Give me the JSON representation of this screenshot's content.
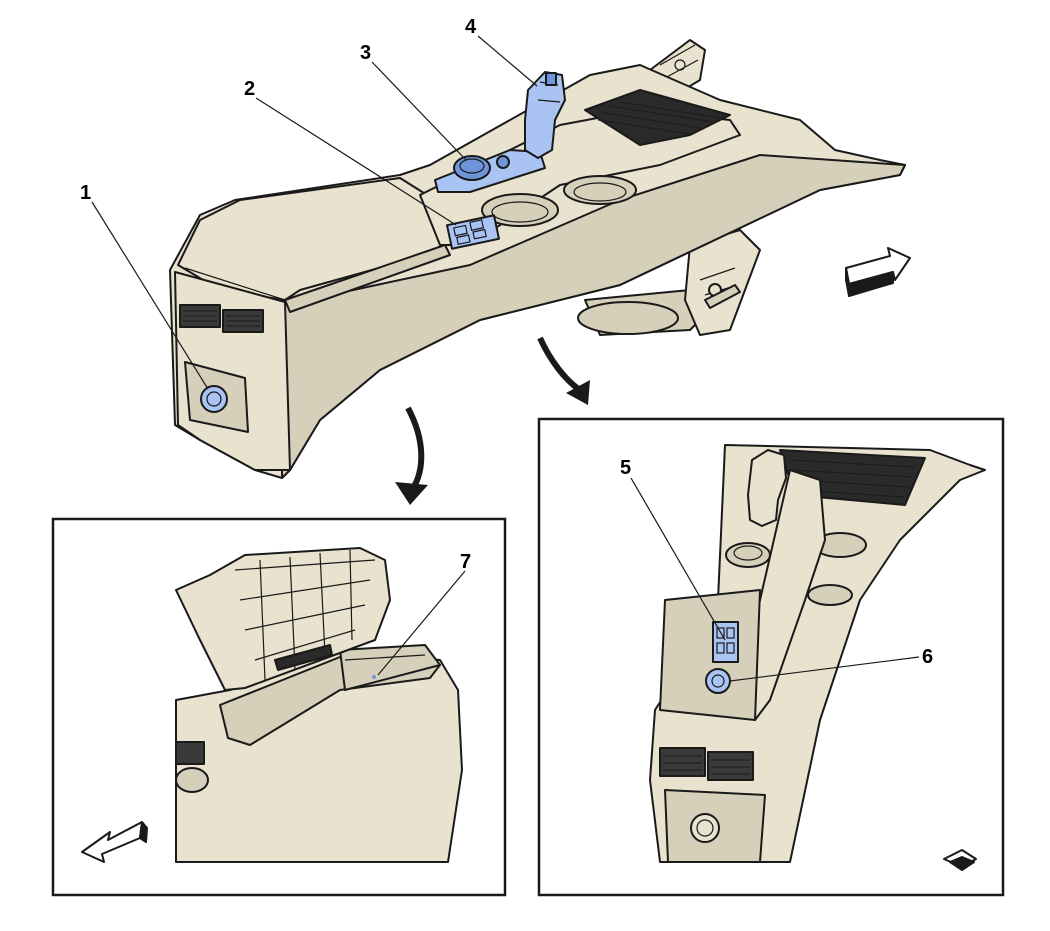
{
  "colors": {
    "body": "#e8e2cf",
    "body_shade": "#d6cfb9",
    "highlight": "#a9c3f2",
    "highlight_dark": "#6f95db",
    "line": "#1a1a1a",
    "mat": "#2a2a2a",
    "background": "#ffffff"
  },
  "callouts": {
    "c1": "1",
    "c2": "2",
    "c3": "3",
    "c4": "4",
    "c5": "5",
    "c6": "6",
    "c7": "7"
  },
  "icons": {
    "forward_arrow": "forward-arrow-icon",
    "rear_arrow": "rear-arrow-icon",
    "view_direction": "view-direction-icon",
    "detail_arrow": "curved-arrow-icon"
  }
}
